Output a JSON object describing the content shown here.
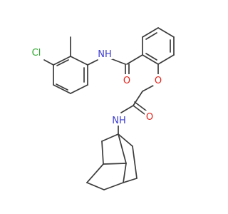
{
  "colors": {
    "background": "#ffffff",
    "bond": "#3b3b3b",
    "carbon_text": "#3b3b3b",
    "nitrogen": "#3c3cd0",
    "oxygen": "#e2231a",
    "chlorine": "#2ea82e"
  },
  "atom_labels": {
    "n_amide_top": "NH",
    "o_amide_top": "O",
    "o_ether": "O",
    "o_amide_bottom": "O",
    "n_amide_bottom": "NH",
    "cl": "Cl"
  }
}
